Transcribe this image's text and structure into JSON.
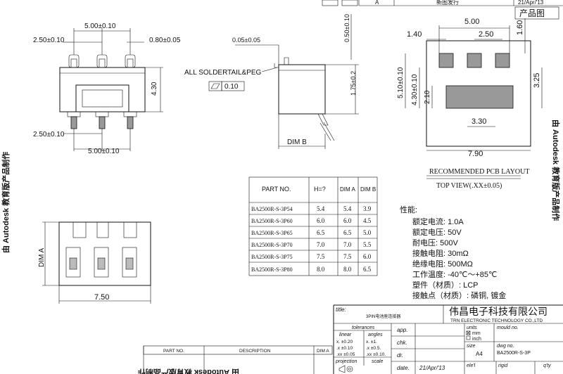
{
  "header": {
    "rev_letter": "A",
    "rev_text": "新图发行",
    "rev_date": "21/Apr/'13",
    "product_tag": "产品图"
  },
  "top_view": {
    "dim_pitch": "5.00±0.10",
    "dim_left": "2.50±0.10",
    "dim_pin": "0.80±0.05",
    "dim_height": "4.30",
    "dim_pitch_bottom": "5.00±0.10",
    "dim_left_bottom": "2.50±0.10"
  },
  "side_view": {
    "dim_thickness": "0.05±0.05",
    "dim_top": "0.50±0.10",
    "dim_right": "1.75±0.2",
    "note": "ALL SOLDERTAIL&PEG",
    "flatness_value": "0.10",
    "dim_b": "DIM B"
  },
  "pcb": {
    "dim_top_width": "5.00",
    "dim_left_offset": "1.40",
    "dim_pitch": "2.50",
    "dim_top_height": "1.60",
    "dim_total_height": "5.10±0.10",
    "dim_inner_height": "4.30±0.10",
    "dim_pad_h": "2.10",
    "dim_right_h": "3.25",
    "dim_pad_w": "3.30",
    "dim_total_w": "7.90",
    "title": "RECOMMENDED PCB LAYOUT",
    "subtitle": "TOP VIEW(.XX±0.05)"
  },
  "front_view": {
    "dim_a": "DIM A",
    "dim_width": "7.50"
  },
  "parts_table": {
    "headers": [
      "PART NO.",
      "H=?",
      "DIM A",
      "DIM B"
    ],
    "rows": [
      [
        "BA2500R-S-3P54",
        "5.4",
        "5.4",
        "3.9"
      ],
      [
        "BA2500R-S-3P60",
        "6.0",
        "6.0",
        "4.5"
      ],
      [
        "BA2500R-S-3P65",
        "6.5",
        "6.5",
        "5.0"
      ],
      [
        "BA2500R-S-3P70",
        "7.0",
        "7.0",
        "5.5"
      ],
      [
        "BA2500R-S-3P75",
        "7.5",
        "7.5",
        "6.0"
      ],
      [
        "BA2500R-S-3P80",
        "8.0",
        "8.0",
        "6.5"
      ]
    ]
  },
  "specs": {
    "heading": "性能:",
    "lines": [
      "额定电流: 1.0A",
      "额定电压: 50V",
      "耐电压: 500V",
      "接触电阻: 30mΩ",
      "绝缘电阻: 500MΩ",
      "工作温度: -40℃～+85℃",
      "塑件（材质）: LCP",
      "接触点（材质）: 磷铜, 镀金"
    ]
  },
  "title_block": {
    "title_label": "title:",
    "title_value": "3PIN电池座连接器",
    "company_cn": "伟昌电子科技有限公司",
    "company_en": "TRN ELECTRONIC TECHNOLOGY CO.,LTD",
    "tolerances": "tolerances",
    "linear": "linear",
    "angles": "angles",
    "lin1": "x. ±0.20",
    "lin2": ".x ±0.10",
    "lin3": ".xx ±0.05",
    "ang1": "x. ±1.",
    "ang2": ".x ±0.5.",
    "ang3": ".xx ±0.10.",
    "app": "app.",
    "chk": "chk.",
    "dr": "dr.",
    "date_label": "date.",
    "date_value": "21/Apr/'13",
    "projection": "projection",
    "scale": "scale",
    "units": "units",
    "unit_mm": "mm",
    "unit_inch": "inch",
    "mould_no": "mould no.",
    "size": "size",
    "size_value": "A4",
    "dwg_no": "dwg no.",
    "dwg_value": "BA2500R-S-3P",
    "ele": "ele'l",
    "rigid": "rigid",
    "q": "q'ty"
  },
  "bottom_table": {
    "part_no": "PART NO.",
    "description": "DESCRIPTION",
    "dim_a": "DIM A"
  },
  "watermarks": {
    "right": "由 Autodesk 教育版产品制作",
    "left": "由 Autodesk 教育版产品制作",
    "bottom": "由 Autodesk 教育版产品制作"
  }
}
